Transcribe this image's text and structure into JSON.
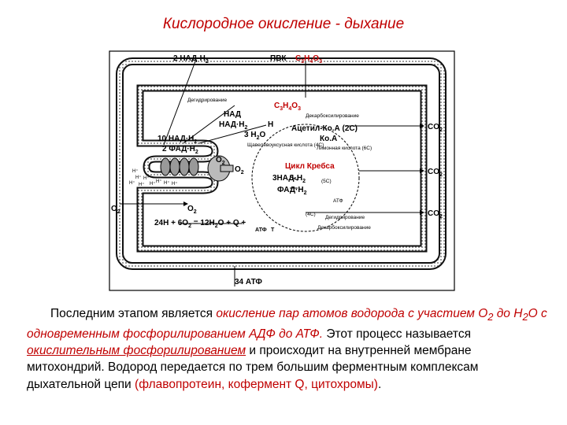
{
  "title": "Кислородное окисление - дыхание",
  "diagram": {
    "top_nadh": "2 НАД·Н",
    "top_nadh_sub": "2",
    "pvk": "ПВК",
    "pvk_formula": "C",
    "pvk_formula_sub1": "3",
    "pvk_formula_h": "H",
    "pvk_formula_sub2": "4",
    "pvk_formula_o": "O",
    "pvk_formula_sub3": "3",
    "inner_formula": "C",
    "inner_formula_sub1": "3",
    "inner_formula_h": "H",
    "inner_formula_sub2": "4",
    "inner_formula_o": "O",
    "inner_formula_sub3": "3",
    "dehydrogenation": "Дегидрирование",
    "decarboxylation": "Декарбоксилирование",
    "nad": "НАД",
    "nadh": "НАД·Н",
    "nadh_sub": "2",
    "h_minus": "H",
    "acetyl_coa": "Ацетил-Ко.А (2С)",
    "h2o_3": "3 H",
    "h2o_3_sub": "2",
    "h2o_3_o": "O",
    "coa": "Ко.А",
    "oxaloacetic": "Щавелевоуксусная кислота (4С)",
    "citric": "Лимонная кислота (6С)",
    "nadh_10": "10 НАД·Н",
    "nadh_10_sub": "2",
    "fadh_2": "2 ФАД·Н",
    "fadh_2_sub": "2",
    "o2_label": "O",
    "o2_sub": "2",
    "krebs": "Цикл Кребса",
    "nadh_3": "3НАД·Н",
    "nadh_3_sub": "2",
    "fadh": "ФАД·Н",
    "fadh_sub": "2",
    "c5": "(5С)",
    "c4": "(4С)",
    "atf_small": "АТФ",
    "o2_left": "O",
    "o2_left_sub": "2",
    "o2_mid": "O",
    "o2_mid_sub": "2",
    "equation": "24H + 6O",
    "equation_sub": "2",
    "equation_rest": " = 12H",
    "equation_sub2": "2",
    "equation_rest2": "O + Q + ",
    "equation_q": "Q",
    "atf_eq": "АТФ",
    "t_label": "T",
    "dehydrogenation2": "Дегидрирование",
    "decarboxylation2": "Декарбоксилирование",
    "co2": "CO",
    "co2_sub": "2",
    "atf_34": "34 АТФ",
    "h_plus": "H⁺"
  },
  "paragraph": {
    "p1": "Последним этапом является ",
    "p1_red": "окисление пар атомов водорода с участием O",
    "p1_red_sub": "2",
    "p1_red2": " до H",
    "p1_red2_sub": "2",
    "p1_red3": "O с одновременным фосфорилированием АДФ до АТФ.",
    "p2": " Этот процесс называется ",
    "p2_u": "окислительным фосфорилированием",
    "p2_rest": " и происходит на внутренней мембране митохондрий. Водород передается по трем большим ферментным комплексам дыхательной цепи ",
    "p2_red": "(флавопротеин, кофермент Q, цитохромы)",
    "p2_end": "."
  }
}
